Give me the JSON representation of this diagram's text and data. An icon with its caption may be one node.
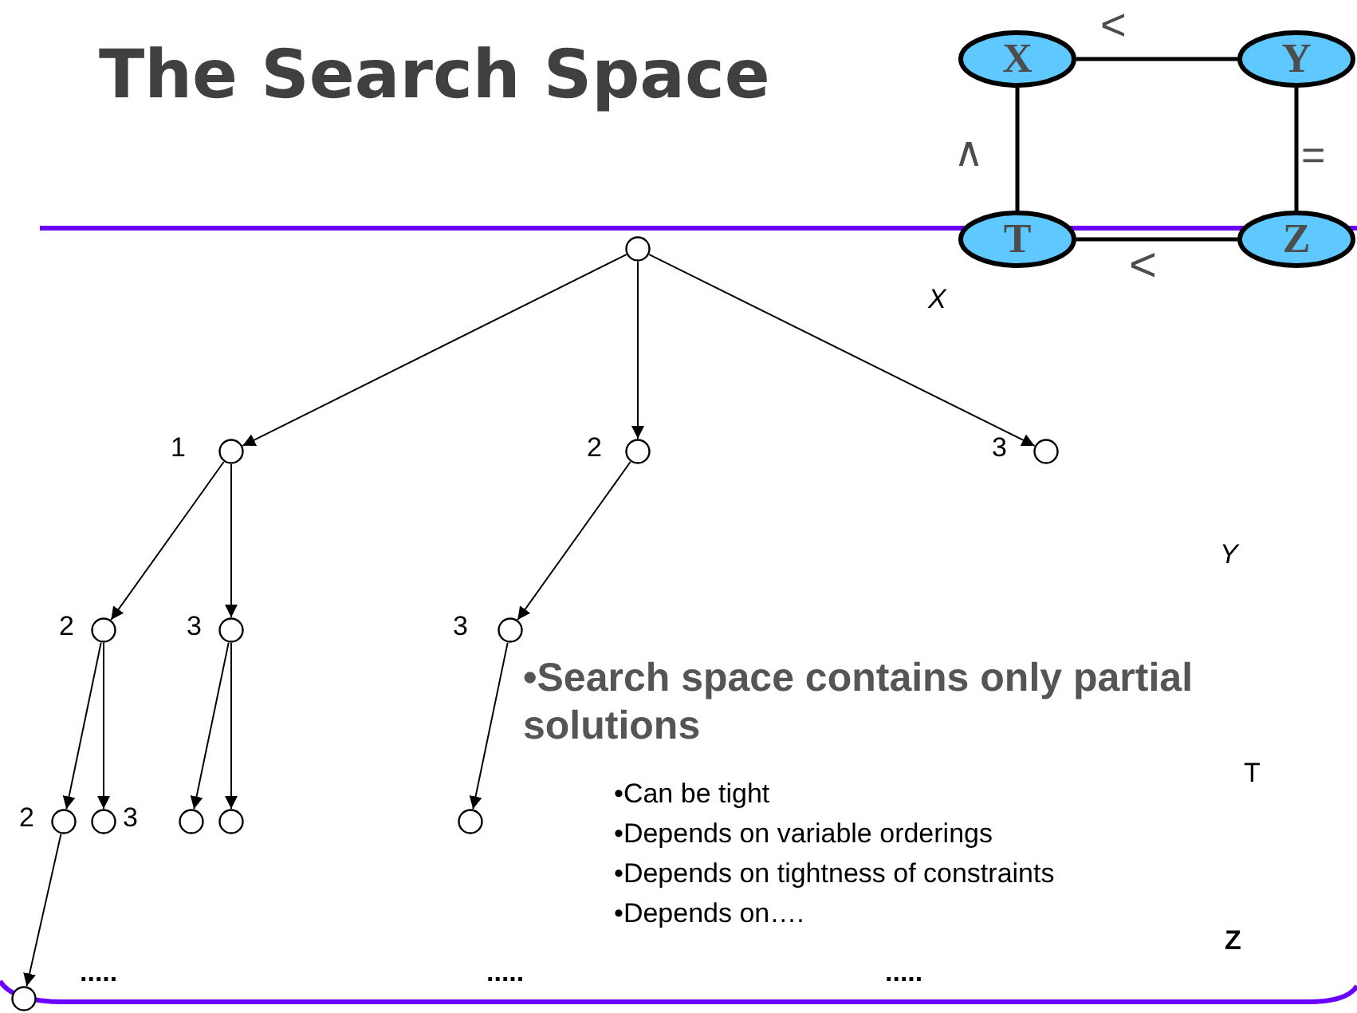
{
  "diagram": {
    "title": "The Search Space",
    "nodes": [
      {
        "text": [
          "X"
        ]
      },
      {
        "text": [
          "Y"
        ]
      },
      {
        "text": [
          "T"
        ]
      },
      {
        "text": [
          "Z"
        ]
      },
      {
        "text": [],
        "shape": "circle"
      },
      {
        "text": [],
        "shape": "circle",
        "beside": [
          "1"
        ]
      },
      {
        "text": [],
        "shape": "circle",
        "beside": [
          "2"
        ]
      },
      {
        "text": [],
        "shape": "circle",
        "beside": [
          "3"
        ]
      },
      {
        "text": [],
        "shape": "circle",
        "beside": [
          "2"
        ]
      },
      {
        "text": [],
        "shape": "circle",
        "beside": [
          "3"
        ]
      },
      {
        "text": [],
        "shape": "circle",
        "beside": [
          "3"
        ]
      },
      {
        "text": [],
        "shape": "circle",
        "beside": [
          "2"
        ]
      },
      {
        "text": [],
        "shape": "circle",
        "beside": [
          "3"
        ]
      },
      {
        "text": [],
        "shape": "circle"
      },
      {
        "text": [],
        "shape": "circle"
      },
      {
        "text": [],
        "shape": "circle"
      },
      {
        "text": [],
        "shape": "circle"
      }
    ],
    "edges": [
      {
        "from": 0,
        "to": 1,
        "arrow": "none",
        "label": "<",
        "style": "thick"
      },
      {
        "from": 0,
        "to": 2,
        "arrow": "none",
        "label": "∧",
        "style": "thick"
      },
      {
        "from": 1,
        "to": 3,
        "arrow": "none",
        "label": "=",
        "style": "thick"
      },
      {
        "from": 2,
        "to": 3,
        "arrow": "none",
        "label": "<",
        "style": "thick"
      },
      {
        "from": 4,
        "to": 5,
        "arrow": "to"
      },
      {
        "from": 4,
        "to": 6,
        "arrow": "to"
      },
      {
        "from": 4,
        "to": 7,
        "arrow": "to"
      },
      {
        "from": 5,
        "to": 8,
        "arrow": "to"
      },
      {
        "from": 5,
        "to": 9,
        "arrow": "to"
      },
      {
        "from": 6,
        "to": 10,
        "arrow": "to"
      },
      {
        "from": 8,
        "to": 11,
        "arrow": "to"
      },
      {
        "from": 8,
        "to": 12,
        "arrow": "to"
      },
      {
        "from": 9,
        "to": 13,
        "arrow": "to"
      },
      {
        "from": 9,
        "to": 14,
        "arrow": "to"
      },
      {
        "from": 10,
        "to": 15,
        "arrow": "to"
      },
      {
        "from": 11,
        "to": 16,
        "arrow": "to"
      }
    ],
    "labels": [
      "X",
      "Y",
      "T",
      "Z",
      "•Search space contains only partial solutions",
      "•Can be tight",
      "•Depends on variable orderings",
      "•Depends on tightness of constraints",
      "•Depends on….",
      ".....",
      ".....",
      "....."
    ]
  }
}
